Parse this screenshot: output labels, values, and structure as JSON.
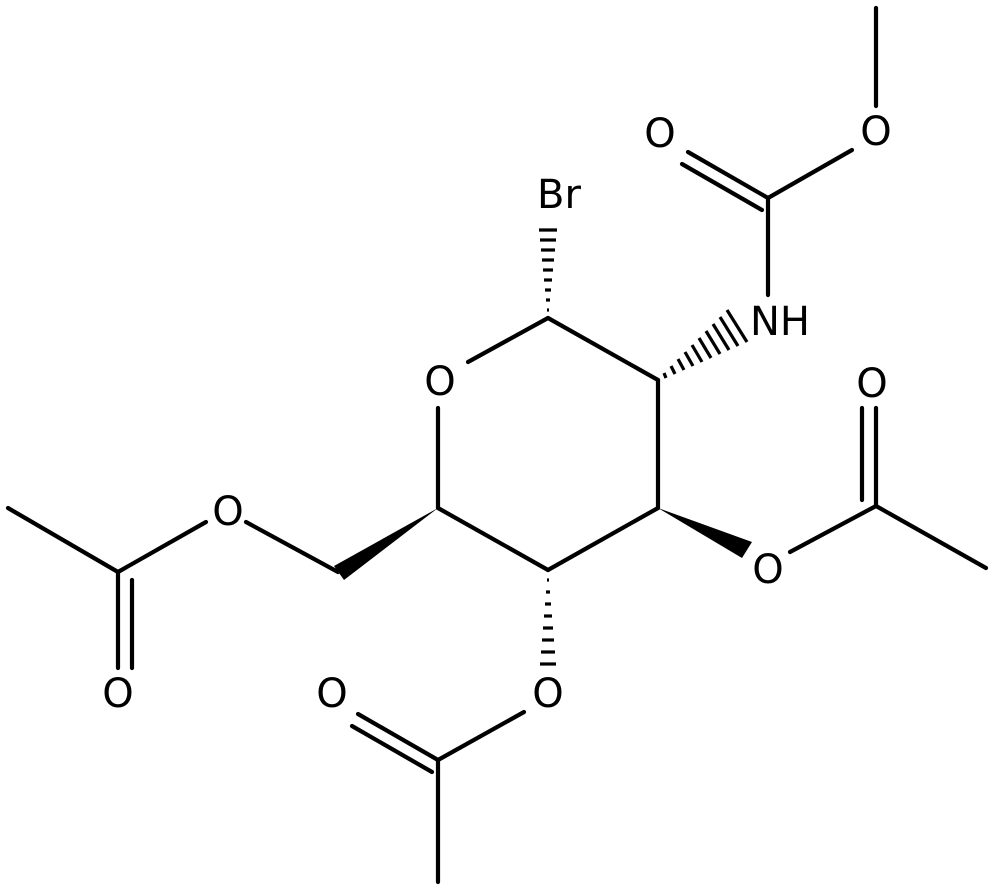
{
  "atoms": {
    "br": "Br",
    "nh": "NH",
    "o_ring": "O",
    "o_carbamate_carbonyl": "O",
    "o_carbamate_ether": "O",
    "o_c3_ester": "O",
    "o_c3_carbonyl": "O",
    "o_c4_ester": "O",
    "o_c4_carbonyl": "O",
    "o_c6_ester": "O",
    "o_c6_carbonyl": "O"
  },
  "colors": {
    "bond": "#000000",
    "background": "#ffffff"
  }
}
